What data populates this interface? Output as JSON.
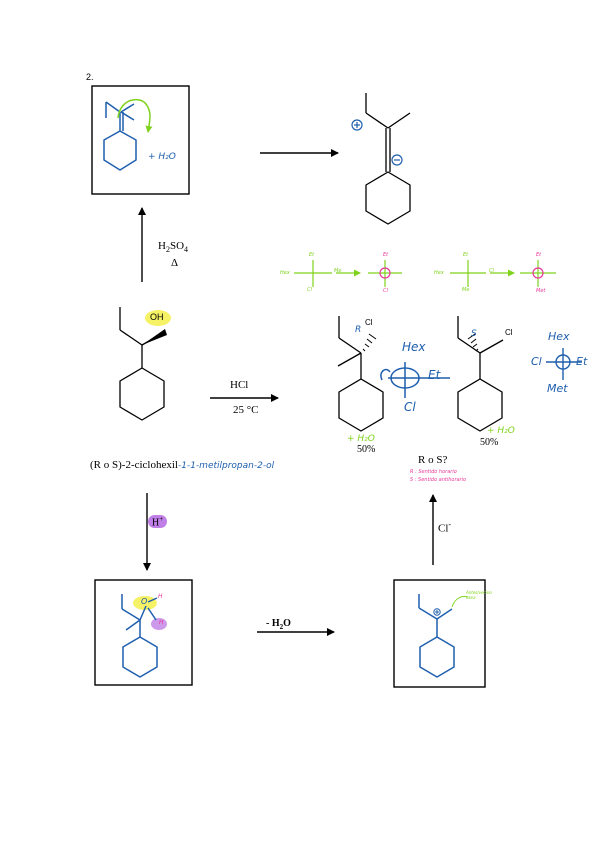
{
  "problem_number": "2.",
  "reagents": {
    "h2so4_heat": {
      "formula_main": "H",
      "sub1": "2",
      "formula_mid": "SO",
      "sub2": "4",
      "heat": "Δ"
    },
    "hcl": "HCl",
    "temperature": "25 °C",
    "h_plus": "H",
    "h_plus_sup": "+",
    "minus_water": "- H",
    "minus_water_sub": "2",
    "minus_water_end": "O",
    "chloride": "Cl",
    "chloride_sup": "-"
  },
  "atoms": {
    "oh": "OH",
    "cl": "Cl",
    "r": "R",
    "s": "S",
    "h": "H",
    "o_plus": "O"
  },
  "annotations": {
    "plus_water": "+ H₂O",
    "hex": "Hex",
    "et": "Et",
    "cl_hand": "Cl",
    "met": "Met",
    "me": "Me",
    "neighbor_note": "Antes/vecino\nosea",
    "r_meaning": "R : Sentido horario",
    "s_meaning": "S : Sentido antihorario"
  },
  "labels": {
    "starting_name_typed": "(R o S)-2-ciclohexil",
    "starting_name_hand": "-1-1-metilpropan-2-ol",
    "percent_left": "50%",
    "percent_right": "50%",
    "r_or_s": "R o S?"
  },
  "colors": {
    "ink": "#000000",
    "blue": "#1f5fae",
    "green": "#7fd31c",
    "yellow": "#f4f04a",
    "purple": "#c07fe6",
    "pink": "#e8379a"
  }
}
